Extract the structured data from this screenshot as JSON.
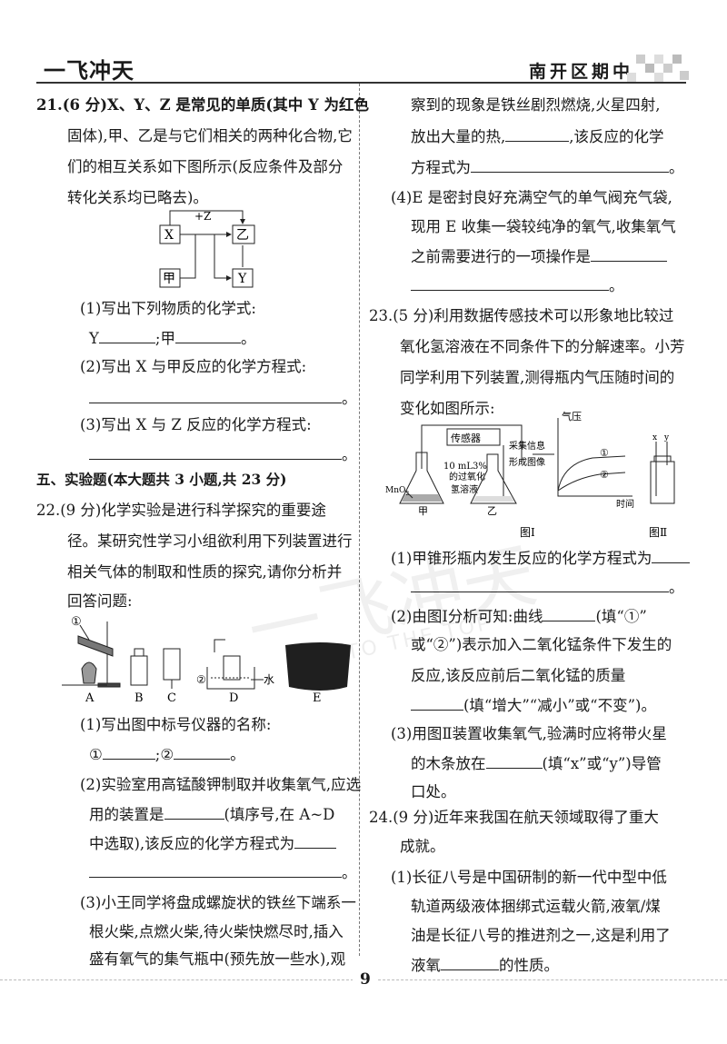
{
  "header": {
    "brand": "一飞冲天",
    "exam": "南开区期中"
  },
  "footer": {
    "page_number": "9"
  },
  "watermark": {
    "text": "一飞冲天",
    "latin": "TO THE TOP"
  },
  "q21": {
    "lines": [
      "21.(6 分)X、Y、Z 是常见的单质(其中 Y 为红色",
      "固体),甲、乙是与它们相关的两种化合物,它",
      "们的相互关系如下图所示(反应条件及部分",
      "转化关系均已略去)。"
    ],
    "diagram": {
      "x": "X",
      "yi": "乙",
      "jia": "甲",
      "y": "Y",
      "edge": "+Z"
    },
    "p1": "(1)写出下列物质的化学式:",
    "p1_y": "Y",
    "p1_sep": ";甲",
    "end": "。",
    "p2": "(2)写出 X 与甲反应的化学方程式:",
    "p3": "(3)写出 X 与 Z 反应的化学方程式:"
  },
  "section5": {
    "title": "五、实验题(本大题共 3 小题,共 23 分)"
  },
  "q22": {
    "lines": [
      "22.(9 分)化学实验是进行科学探究的重要途",
      "径。某研究性学习小组欲利用下列装置进行",
      "相关气体的制取和性质的探究,请你分析并",
      "回答问题:"
    ],
    "apparatus": {
      "a": "A",
      "b": "B",
      "c": "C",
      "d": "D",
      "e": "E",
      "mark1": "①",
      "mark2": "②",
      "water": "水"
    },
    "p1": "(1)写出图中标号仪器的名称:",
    "p1_a": "①",
    "p1_b": ";②",
    "p2_lines": [
      "(2)实验室用高锰酸钾制取并收集氧气,应选",
      "用的装置是",
      "(填序号,在 A~D",
      "中选取),该反应的化学方程式为"
    ],
    "p3_lines": [
      "(3)小王同学将盘成螺旋状的铁丝下端系一",
      "根火柴,点燃火柴,待火柴快燃尽时,插入",
      "盛有氧气的集气瓶中(预先放一些水),观"
    ]
  },
  "right": {
    "q22_cont": [
      "察到的现象是铁丝剧烈燃烧,火星四射,",
      "放出大量的热,",
      ",该反应的化学",
      "方程式为"
    ],
    "q22_p4": [
      "(4)E 是密封良好充满空气的单气阀充气袋,",
      "现用 E 收集一袋较纯净的氧气,收集氧气",
      "之前需要进行的一项操作是"
    ],
    "q23": {
      "lines": [
        "23.(5 分)利用数据传感技术可以形象地比较过",
        "氧化氢溶液在不同条件下的分解速率。小芳",
        "同学利用下列装置,测得瓶内气压随时间的",
        "变化如图所示:"
      ],
      "fig": {
        "sensor": "传感器",
        "collect": "采集信息",
        "graph": "形成图像",
        "reagent1": "10 mL3%",
        "reagent2": "的过氧化",
        "reagent3": "氢溶液",
        "mno2": "MnO",
        "jia": "甲",
        "yi": "乙",
        "pressure": "气压",
        "time": "时间",
        "curve1": "①",
        "curve2": "②",
        "fig1": "图Ⅰ",
        "fig2": "图Ⅱ",
        "x": "x",
        "y": "y"
      },
      "p1": "(1)甲锥形瓶内发生反应的化学方程式为",
      "p2_lines": [
        "(2)由图Ⅰ分析可知:曲线",
        "(填“①”",
        "或“②”)表示加入二氧化锰条件下发生的",
        "反应,该反应前后二氧化锰的质量",
        "(填“增大”“减小”或“不变”)。"
      ],
      "p3_lines": [
        "(3)用图Ⅱ装置收集氧气,验满时应将带火星",
        "的木条放在",
        "(填“x”或“y”)导管",
        "口处。"
      ]
    },
    "q24": {
      "lines": [
        "24.(9 分)近年来我国在航天领域取得了重大",
        "成就。"
      ],
      "p1_lines": [
        "(1)长征八号是中国研制的新一代中型中低",
        "轨道两级液体捆绑式运载火箭,液氧/煤",
        "油是长征八号的推进剂之一,这是利用了",
        "液氧",
        "的性质。"
      ]
    }
  }
}
